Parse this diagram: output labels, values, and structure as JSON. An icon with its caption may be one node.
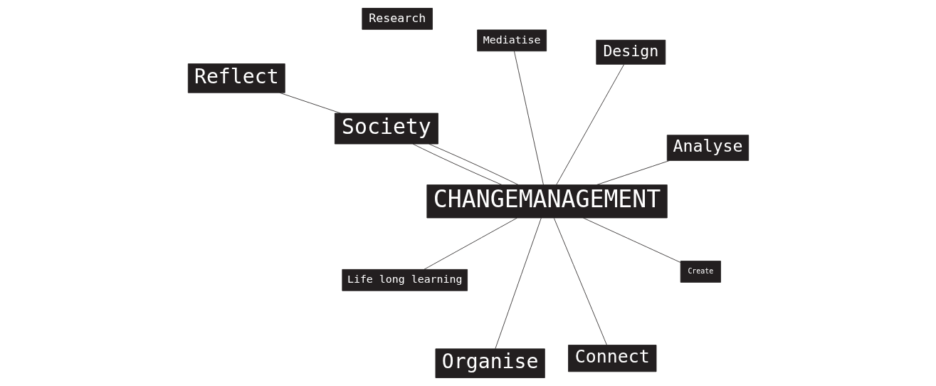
{
  "diagram": {
    "nodes": [
      {
        "text": [
          "CHANGEMANAGEMENT"
        ]
      },
      {
        "text": [
          "Analyse"
        ]
      },
      {
        "text": [
          "Research"
        ]
      },
      {
        "text": [
          "Organise"
        ]
      },
      {
        "text": [
          "Society"
        ]
      },
      {
        "text": [
          "Design"
        ]
      },
      {
        "text": [
          "Mediatise"
        ]
      },
      {
        "text": [
          "Life long learning"
        ]
      },
      {
        "text": [
          "Create"
        ]
      },
      {
        "text": [
          "Reflect"
        ]
      },
      {
        "text": [
          "Connect"
        ]
      }
    ],
    "edges": [
      {
        "from": 0,
        "to": 1,
        "arrow": "none"
      },
      {
        "from": 0,
        "to": 3,
        "arrow": "none"
      },
      {
        "from": 0,
        "to": 4,
        "arrow": "none"
      },
      {
        "from": 0,
        "to": 4,
        "arrow": "none"
      },
      {
        "from": 0,
        "to": 5,
        "arrow": "none"
      },
      {
        "from": 0,
        "to": 6,
        "arrow": "none"
      },
      {
        "from": 0,
        "to": 7,
        "arrow": "none"
      },
      {
        "from": 0,
        "to": 8,
        "arrow": "none"
      },
      {
        "from": 0,
        "to": 10,
        "arrow": "none"
      },
      {
        "from": 4,
        "to": 9,
        "arrow": "none"
      }
    ]
  }
}
